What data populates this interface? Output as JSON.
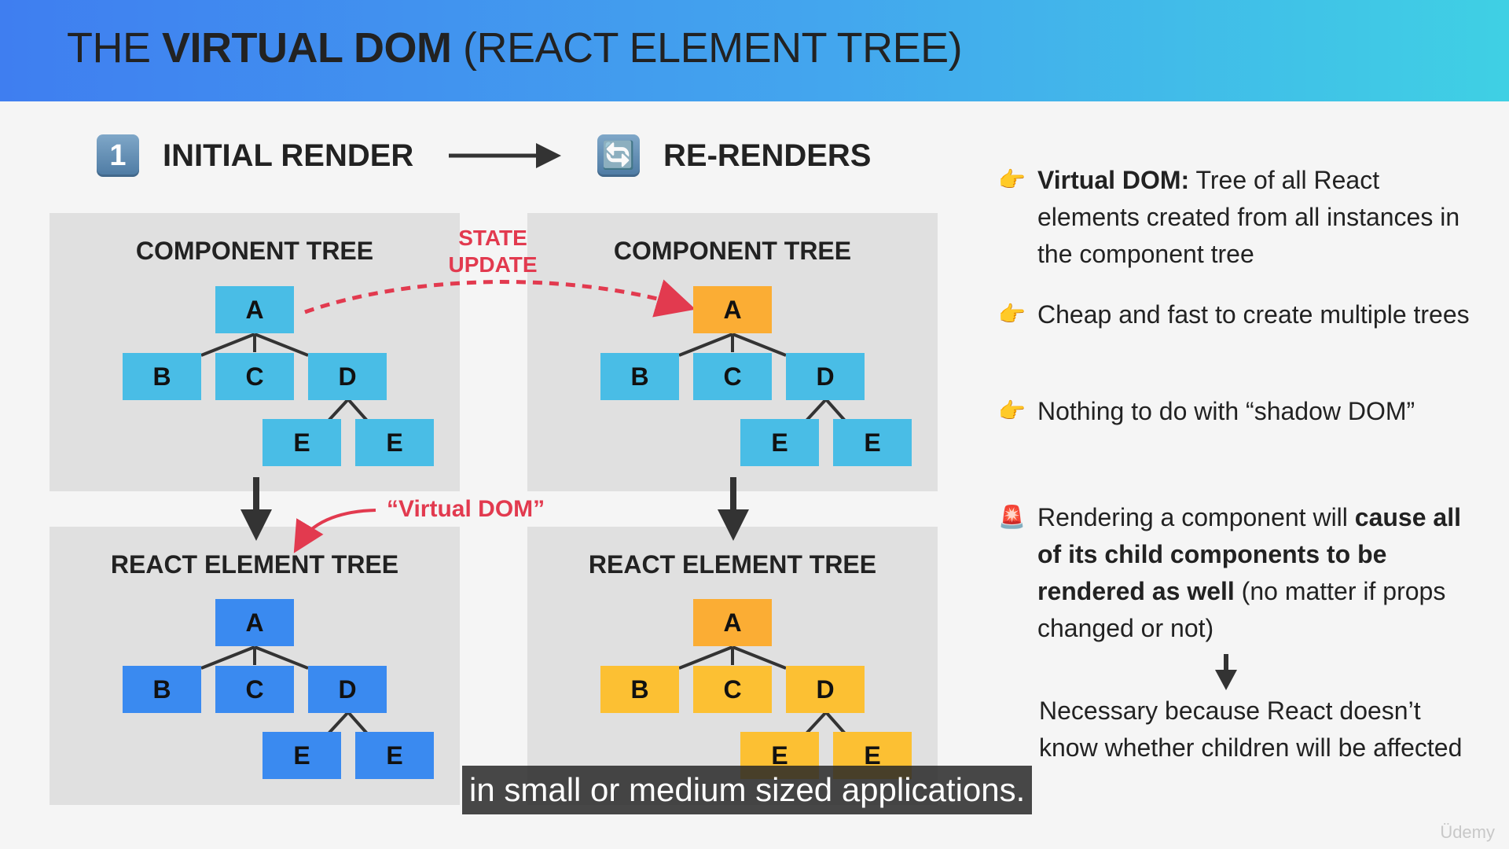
{
  "header": {
    "title_pre": "THE ",
    "title_bold": "VIRTUAL DOM",
    "title_post": " (REACT ELEMENT TREE)"
  },
  "steps": {
    "initial": {
      "icon": "1",
      "icon_name": "keycap-one-icon",
      "label": "INITIAL RENDER"
    },
    "rerender": {
      "icon": "🔄",
      "icon_name": "refresh-arrows-icon",
      "label": "RE-RENDERS"
    }
  },
  "panels": {
    "initial_component": {
      "title": "COMPONENT TREE",
      "color": "#49bde6"
    },
    "rerender_component": {
      "title": "COMPONENT TREE",
      "color_root": "#fbad34",
      "color_rest": "#49bde6"
    },
    "initial_element": {
      "title": "REACT ELEMENT TREE",
      "color": "#3a8af0"
    },
    "rerender_element": {
      "title": "REACT ELEMENT TREE",
      "color": "#fbad34"
    }
  },
  "tree_nodes": [
    "A",
    "B",
    "C",
    "D",
    "E",
    "E"
  ],
  "annotations": {
    "state_update_line1": "STATE",
    "state_update_line2": "UPDATE",
    "virtual_dom": "“Virtual DOM”"
  },
  "colors": {
    "accent_red": "#e23a4f",
    "line_dark": "#333333",
    "panel_bg": "#e0e0e0"
  },
  "bullets": [
    {
      "icon": "👉",
      "icon_name": "pointing-hand-icon",
      "bold": "Virtual DOM:",
      "text": " Tree of all React elements created from all instances in the component tree"
    },
    {
      "icon": "👉",
      "icon_name": "pointing-hand-icon",
      "text": "Cheap and fast to create multiple trees"
    },
    {
      "icon": "👉",
      "icon_name": "pointing-hand-icon",
      "text": "Nothing to do with “shadow DOM”"
    },
    {
      "icon": "🚨",
      "icon_name": "siren-icon",
      "pre": "Rendering a component will ",
      "bold": "cause all of its child components to be rendered as well",
      "post": " (no matter if props changed or not)"
    }
  ],
  "result_text": "Necessary because React doesn’t know whether children will be affected",
  "caption": "in small or medium sized applications.",
  "watermark": "Üdemy"
}
